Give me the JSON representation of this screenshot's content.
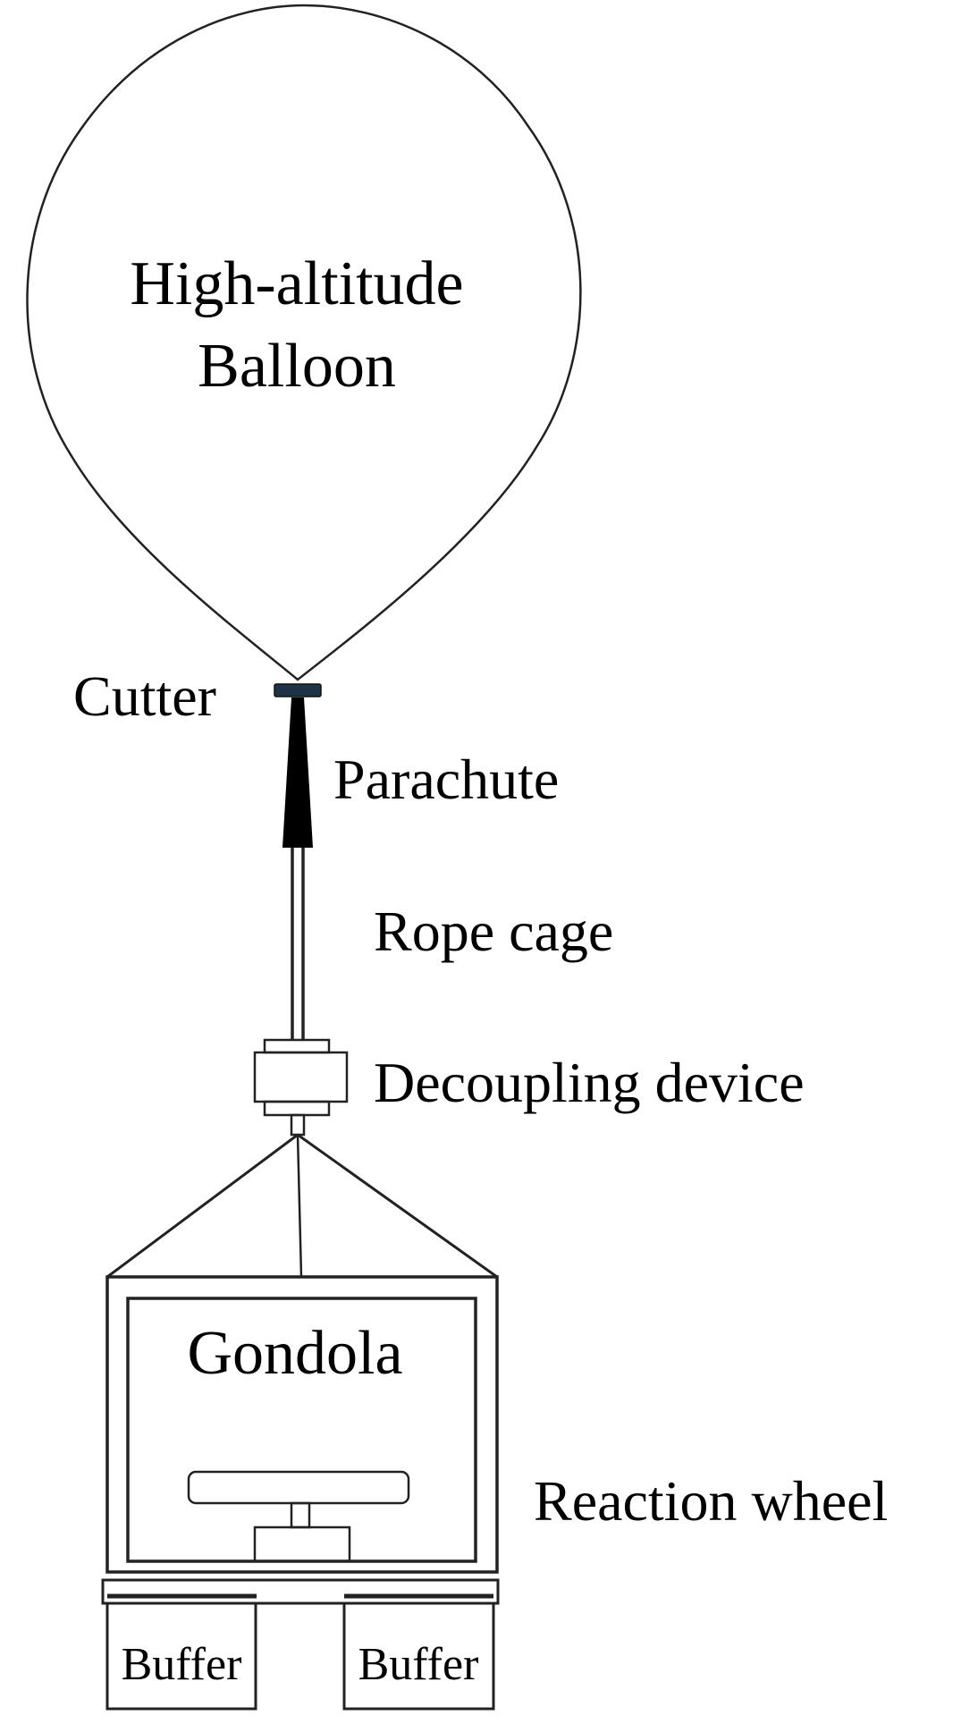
{
  "labels": {
    "balloon_line1": "High-altitude",
    "balloon_line2": "Balloon",
    "cutter": "Cutter",
    "parachute": "Parachute",
    "rope_cage": "Rope cage",
    "decoupling": "Decoupling device",
    "gondola": "Gondola",
    "reaction_wheel": "Reaction wheel",
    "buffer_left": "Buffer",
    "buffer_right": "Buffer"
  },
  "colors": {
    "line": "#222222",
    "cutter_fill": "#1f3347",
    "background": "#ffffff"
  }
}
